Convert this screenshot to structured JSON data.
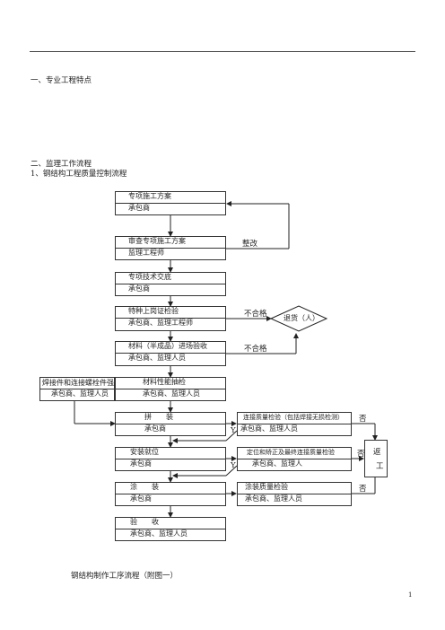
{
  "page": {
    "section1": "一、专业工程特点",
    "section2": "二、监理工作流程",
    "subsection": "1、钢结构工程质量控制流程",
    "caption": "钢结构制作工序流程（附图一）",
    "page_number": "1"
  },
  "flow": {
    "step1": {
      "top": "专项施工方案",
      "bottom": "承包商"
    },
    "step2": {
      "top": "审查专项施工方案",
      "bottom": "监理工程师"
    },
    "rectify": "整改",
    "step3": {
      "top": "专项技术交底",
      "bottom": "承包商"
    },
    "step4": {
      "top": "特种上岗证检验",
      "bottom": "承包商、监理工程师"
    },
    "unqualified1": "不合格",
    "return": "退货（人）",
    "step5": {
      "top": "材料（半成品）进场验收",
      "bottom": "承包商、监理人员"
    },
    "unqualified2": "不合格",
    "side_left": {
      "top": "焊接件和连接螺栓件强度质量",
      "bottom": "承包商、监理人员"
    },
    "step6": {
      "top": "材料性能抽检",
      "bottom": "承包商、监理人员"
    },
    "step7": {
      "top": "拼　　装",
      "bottom": "承包商"
    },
    "check7": {
      "top": "连接质量检验（包括焊接无损检测）",
      "bottom": "承包商、监理人员"
    },
    "step8": {
      "top": "安装就位",
      "bottom": "承包商"
    },
    "check8": {
      "top": "定位和矫正及最终连接质量检验",
      "bottom": "承包商、监理人"
    },
    "step9": {
      "top": "涂　　装",
      "bottom": "承包商"
    },
    "check9": {
      "top": "涂装质量检验",
      "bottom": "承包商、监理人员"
    },
    "step10": {
      "top": "验　　收",
      "bottom": "承包商、监理人员"
    },
    "no": "否",
    "yes": "Y",
    "rework": [
      "返",
      "工"
    ]
  }
}
